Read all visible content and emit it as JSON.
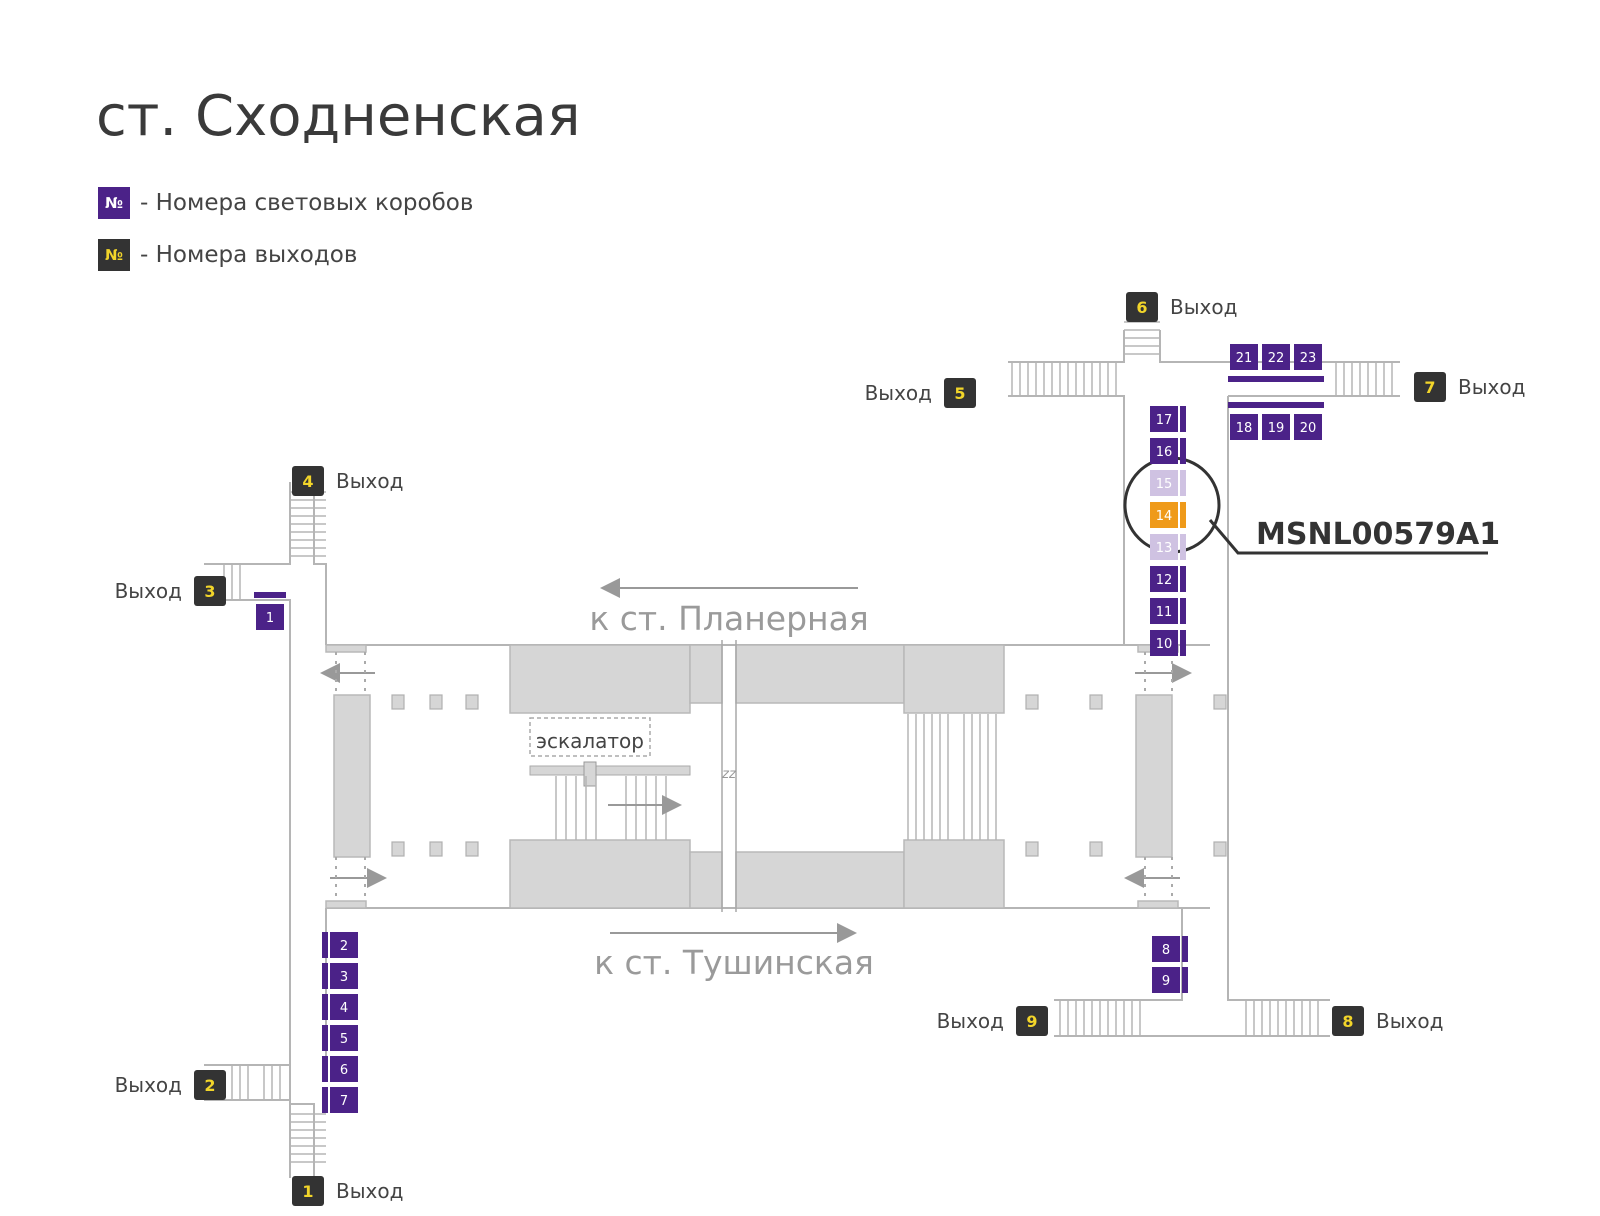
{
  "station": {
    "title": "ст. Сходненская"
  },
  "legend": [
    {
      "symbol": "№",
      "text": "- Номера световых коробов",
      "type": "lightbox"
    },
    {
      "symbol": "№",
      "text": "- Номера выходов",
      "type": "exit"
    }
  ],
  "colors": {
    "lightbox": "#4b2288",
    "lightbox_faded": "#cfc2e2",
    "highlight": "#ef9a1a",
    "exit_badge": "#333333",
    "exit_number": "#f2d52a",
    "structure": "#d6d6d6",
    "line": "#999999"
  },
  "exit_word": "Выход",
  "exits": [
    "1",
    "2",
    "3",
    "4",
    "5",
    "6",
    "7",
    "8",
    "9"
  ],
  "lightboxes": [
    "1",
    "2",
    "3",
    "4",
    "5",
    "6",
    "7",
    "8",
    "9",
    "10",
    "11",
    "12",
    "13",
    "14",
    "15",
    "16",
    "17",
    "18",
    "19",
    "20",
    "21",
    "22",
    "23"
  ],
  "highlighted_lightbox": "14",
  "faded_lightboxes": [
    "13",
    "15"
  ],
  "highlight_code": "MSNL00579A1",
  "directions": {
    "north": "к ст. Планерная",
    "south": "к ст. Тушинская"
  },
  "escalator_label": "эскалатор",
  "gap_mark": "zz"
}
